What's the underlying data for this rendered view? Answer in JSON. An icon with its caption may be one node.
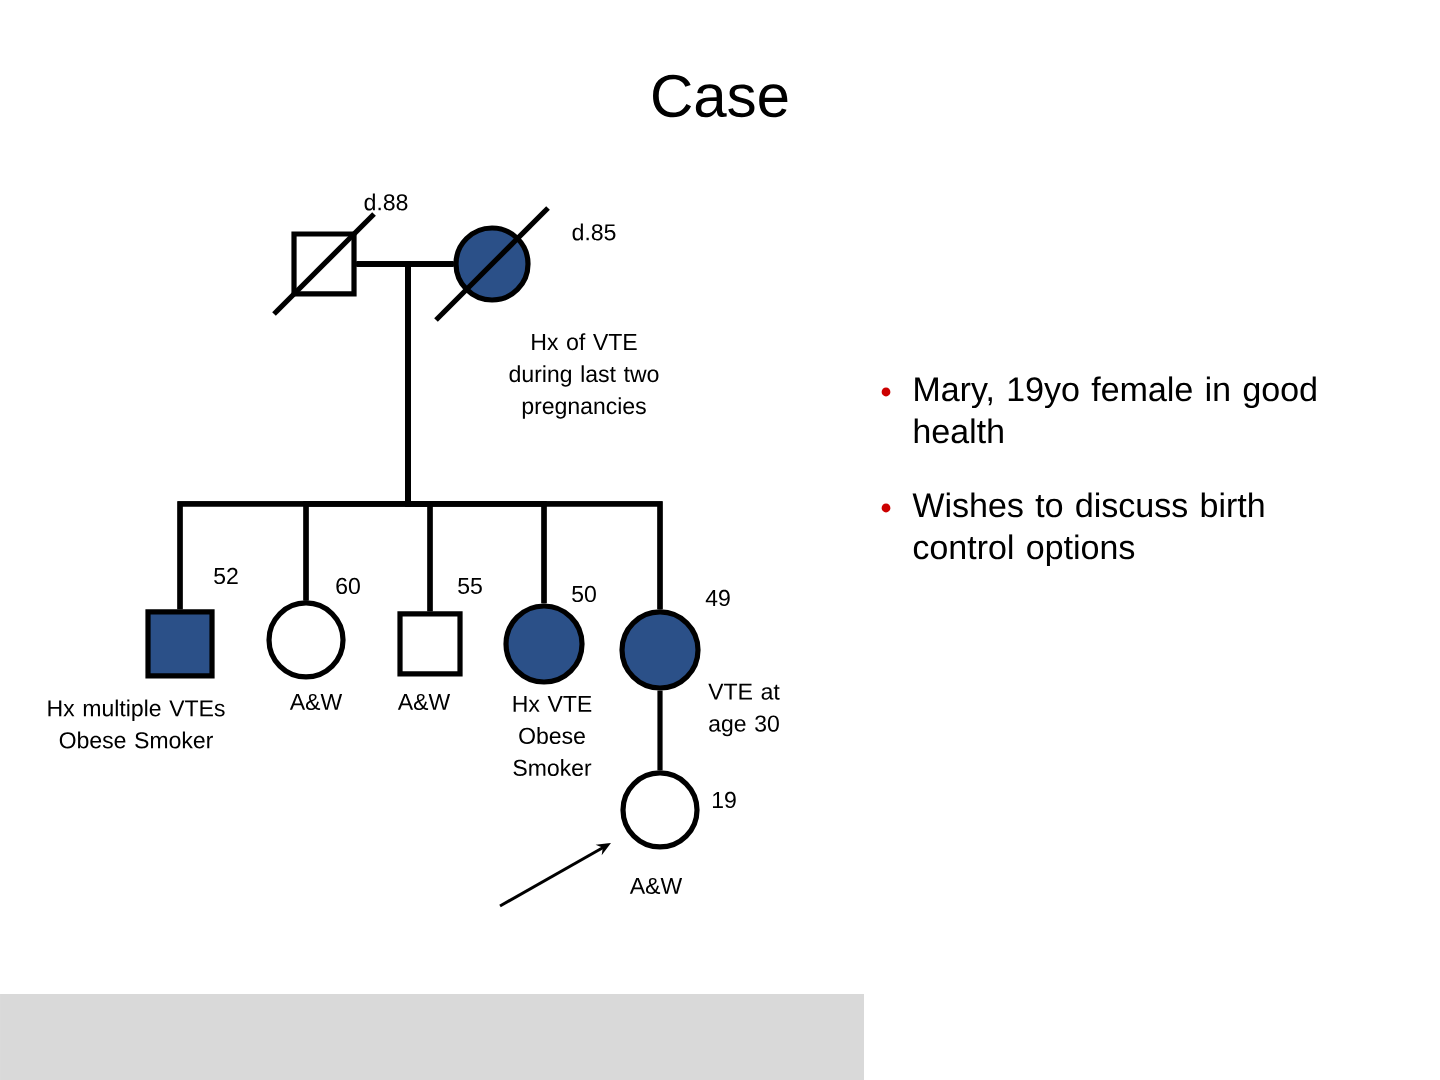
{
  "diagram": {
    "title": "Case",
    "nodes": [
      {
        "text": [],
        "shape": "box",
        "beside": [
          "d.88"
        ]
      },
      {
        "text": [],
        "shape": "circle",
        "beside": [
          "d.85",
          "Hx of VTE during last two pregnancies"
        ]
      },
      {
        "text": [],
        "shape": "box",
        "beside": [
          "52",
          "Hx multiple VTEs Obese Smoker"
        ]
      },
      {
        "text": [],
        "shape": "circle",
        "beside": [
          "60",
          "A&W"
        ]
      },
      {
        "text": [],
        "shape": "box",
        "beside": [
          "55",
          "A&W"
        ]
      },
      {
        "text": [],
        "shape": "circle",
        "beside": [
          "50",
          "Hx VTE Obese Smoker"
        ]
      },
      {
        "text": [],
        "shape": "circle",
        "beside": [
          "49",
          "VTE at age 30"
        ]
      },
      {
        "text": [],
        "shape": "circle",
        "beside": [
          "19",
          "A&W"
        ]
      }
    ],
    "edges": [
      {
        "from": 0,
        "to": 1,
        "arrow": "none"
      },
      {
        "from": 0,
        "to": 2,
        "arrow": "none"
      },
      {
        "from": 0,
        "to": 3,
        "arrow": "none"
      },
      {
        "from": 0,
        "to": 4,
        "arrow": "none"
      },
      {
        "from": 0,
        "to": 5,
        "arrow": "none"
      },
      {
        "from": 0,
        "to": 6,
        "arrow": "none"
      },
      {
        "from": 1,
        "to": 2,
        "arrow": "none"
      },
      {
        "from": 1,
        "to": 3,
        "arrow": "none"
      },
      {
        "from": 1,
        "to": 4,
        "arrow": "none"
      },
      {
        "from": 1,
        "to": 5,
        "arrow": "none"
      },
      {
        "from": 1,
        "to": 6,
        "arrow": "none"
      },
      {
        "from": 6,
        "to": 7,
        "arrow": "none"
      },
      {
        "from": null,
        "to": 7,
        "arrow": "to"
      }
    ],
    "labels": [
      "Mary, 19yo female in good health",
      "Wishes to discuss birth control options"
    ]
  }
}
